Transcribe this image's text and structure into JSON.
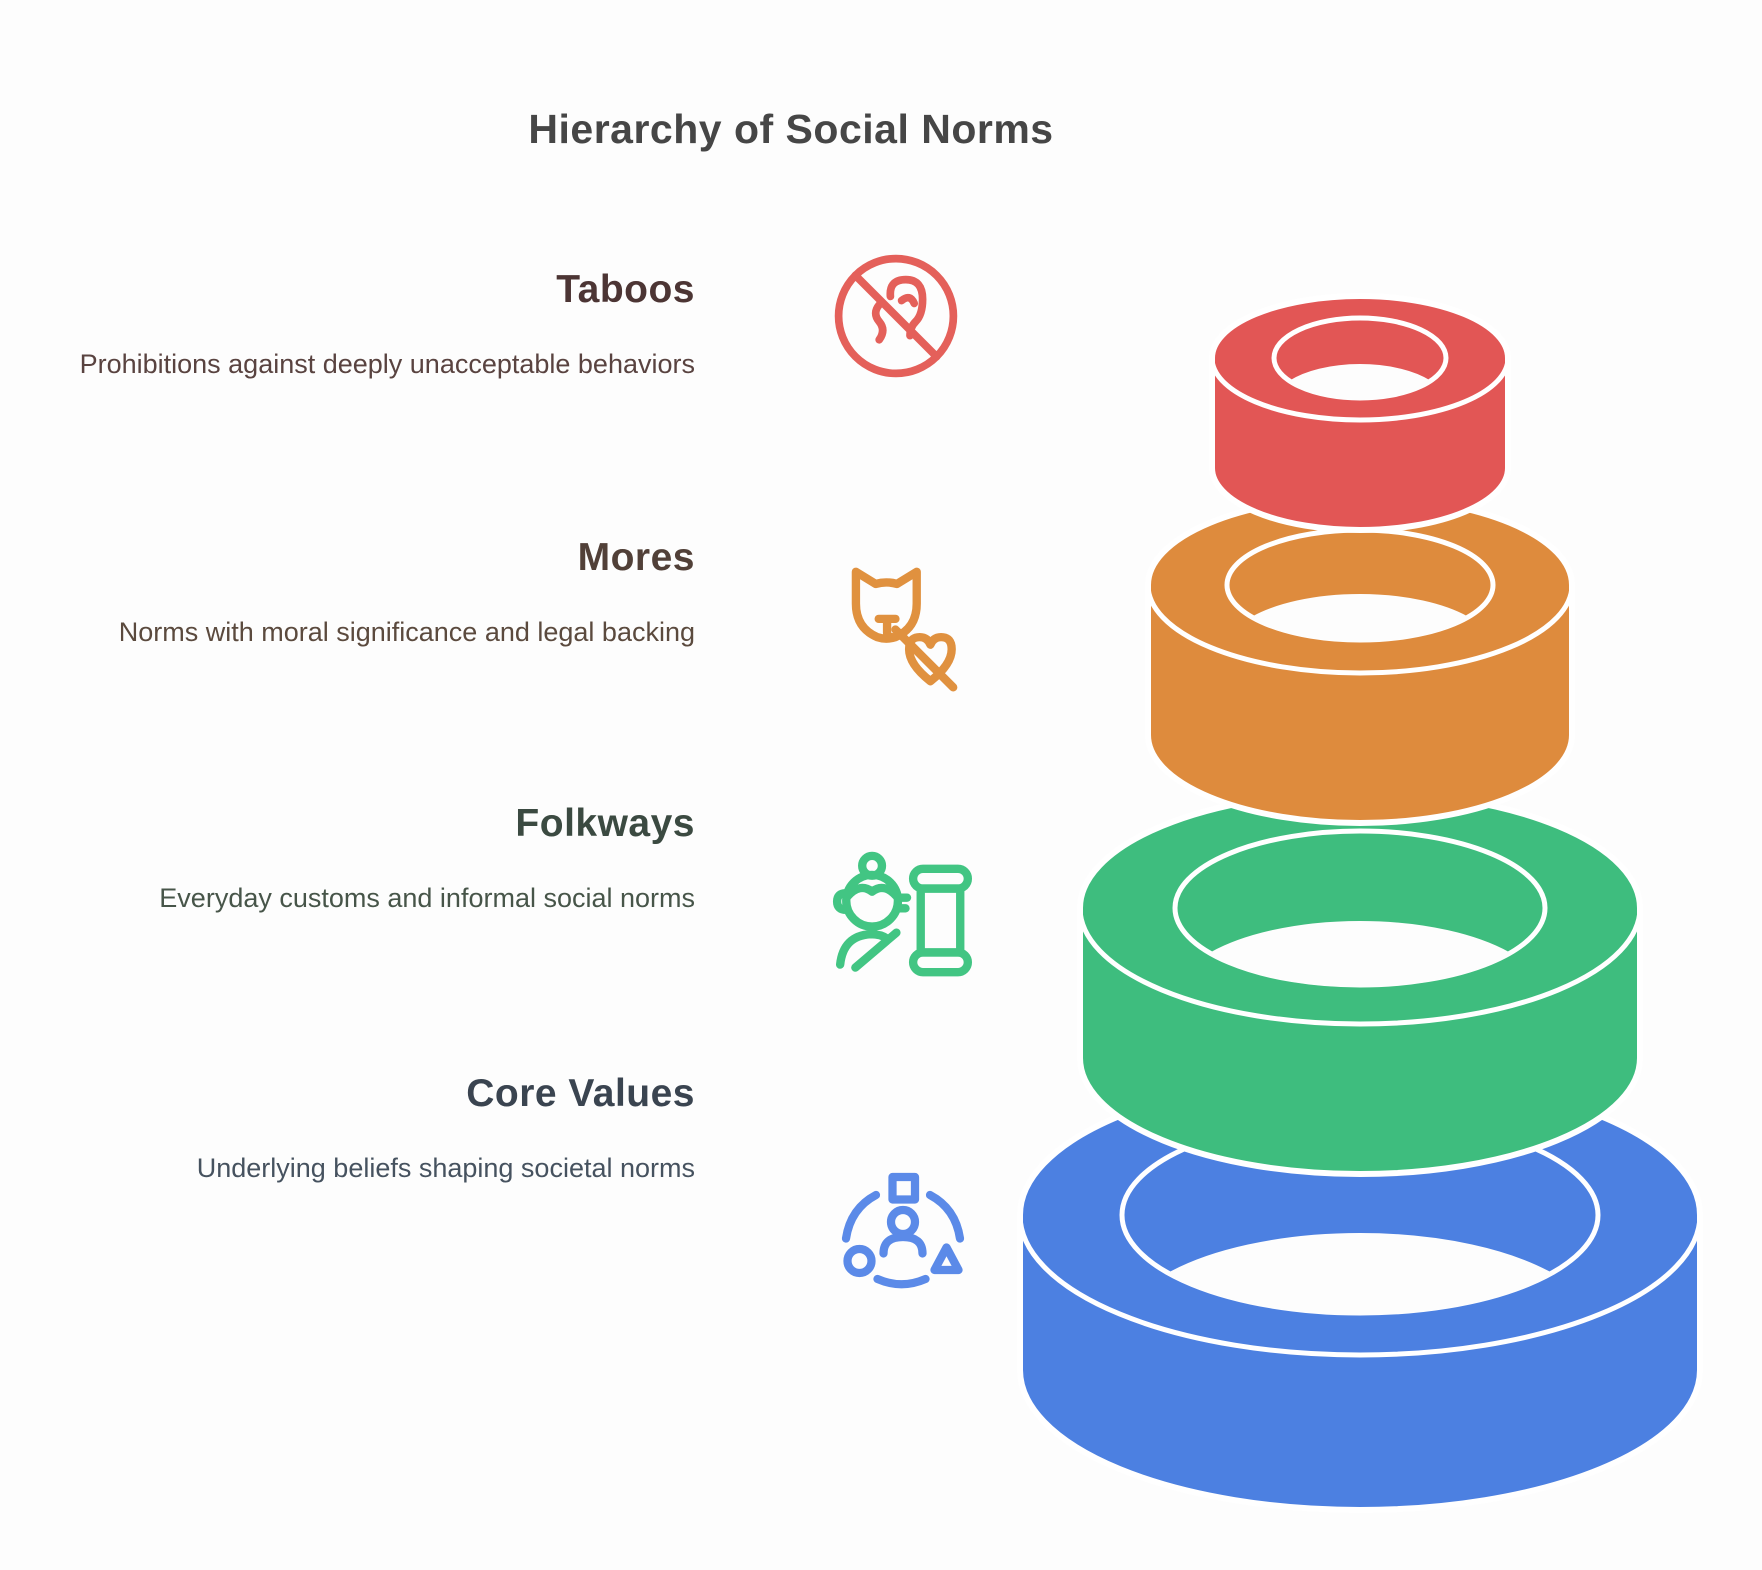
{
  "title": "Hierarchy of Social Norms",
  "title_color": "#464646",
  "background": "#fdfdfd",
  "gap_color": "#ffffff",
  "levels": [
    {
      "name": "Taboos",
      "description": "Prohibitions against deeply unacceptable behaviors",
      "ring_color": "#e25655",
      "icon": "no-gossip-icon",
      "icon_color": "#e4605a",
      "heading_color": "#4c3534",
      "description_color": "#594340"
    },
    {
      "name": "Mores",
      "description": "Norms with moral significance and legal backing",
      "ring_color": "#de8b3d",
      "icon": "cat-crossed-heart-icon",
      "icon_color": "#e0913f",
      "heading_color": "#514038",
      "description_color": "#5b4a3e"
    },
    {
      "name": "Folkways",
      "description": "Everyday customs and informal social norms",
      "ring_color": "#3ebd7e",
      "icon": "person-column-icon",
      "icon_color": "#42c583",
      "heading_color": "#3b4a41",
      "description_color": "#475549"
    },
    {
      "name": "Core Values",
      "description": "Underlying beliefs shaping societal norms",
      "ring_color": "#4c80e1",
      "icon": "person-shapes-icon",
      "icon_color": "#5b8ae8",
      "heading_color": "#3a4450",
      "description_color": "#46525f"
    }
  ]
}
